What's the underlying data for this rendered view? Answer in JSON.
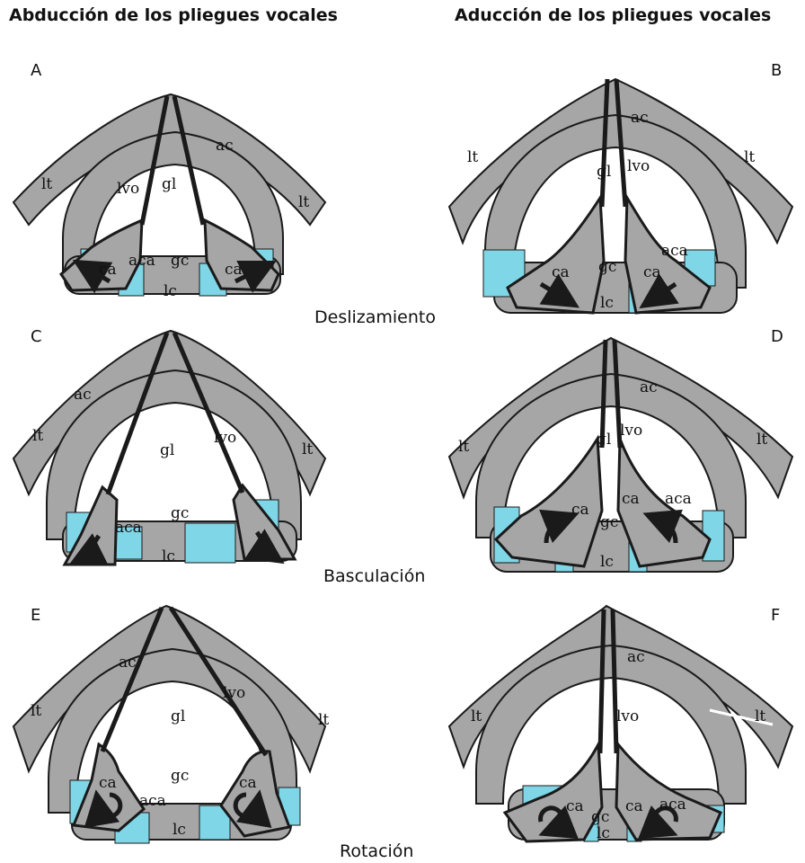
{
  "titles": {
    "left": "Abducción de los pliegues vocales",
    "right": "Aducción de los pliegues vocales"
  },
  "mechanisms": [
    "Deslizamiento",
    "Basculación",
    "Rotación"
  ],
  "letters": [
    "A",
    "B",
    "C",
    "D",
    "E",
    "F"
  ],
  "labels": {
    "lt": "lt",
    "ac": "ac",
    "lvo": "lvo",
    "gl": "gl",
    "ca": "ca",
    "aca": "aca",
    "gc": "gc",
    "lc": "lc"
  },
  "colors": {
    "cartilage": "#a6a6a6",
    "muscle": "#7fd6e6",
    "outline": "#1a1a1a",
    "background": "#ffffff"
  },
  "panels": [
    {
      "letter": "A",
      "state": "abduction",
      "mechanism": "Deslizamiento",
      "arrow": "straight-outward"
    },
    {
      "letter": "B",
      "state": "adduction",
      "mechanism": "Deslizamiento",
      "arrow": "straight-inward"
    },
    {
      "letter": "C",
      "state": "abduction",
      "mechanism": "Basculación",
      "arrow": "curved-outward"
    },
    {
      "letter": "D",
      "state": "adduction",
      "mechanism": "Basculación",
      "arrow": "curved-inward"
    },
    {
      "letter": "E",
      "state": "abduction",
      "mechanism": "Rotación",
      "arrow": "rotation"
    },
    {
      "letter": "F",
      "state": "adduction",
      "mechanism": "Rotación",
      "arrow": "rotation"
    }
  ]
}
